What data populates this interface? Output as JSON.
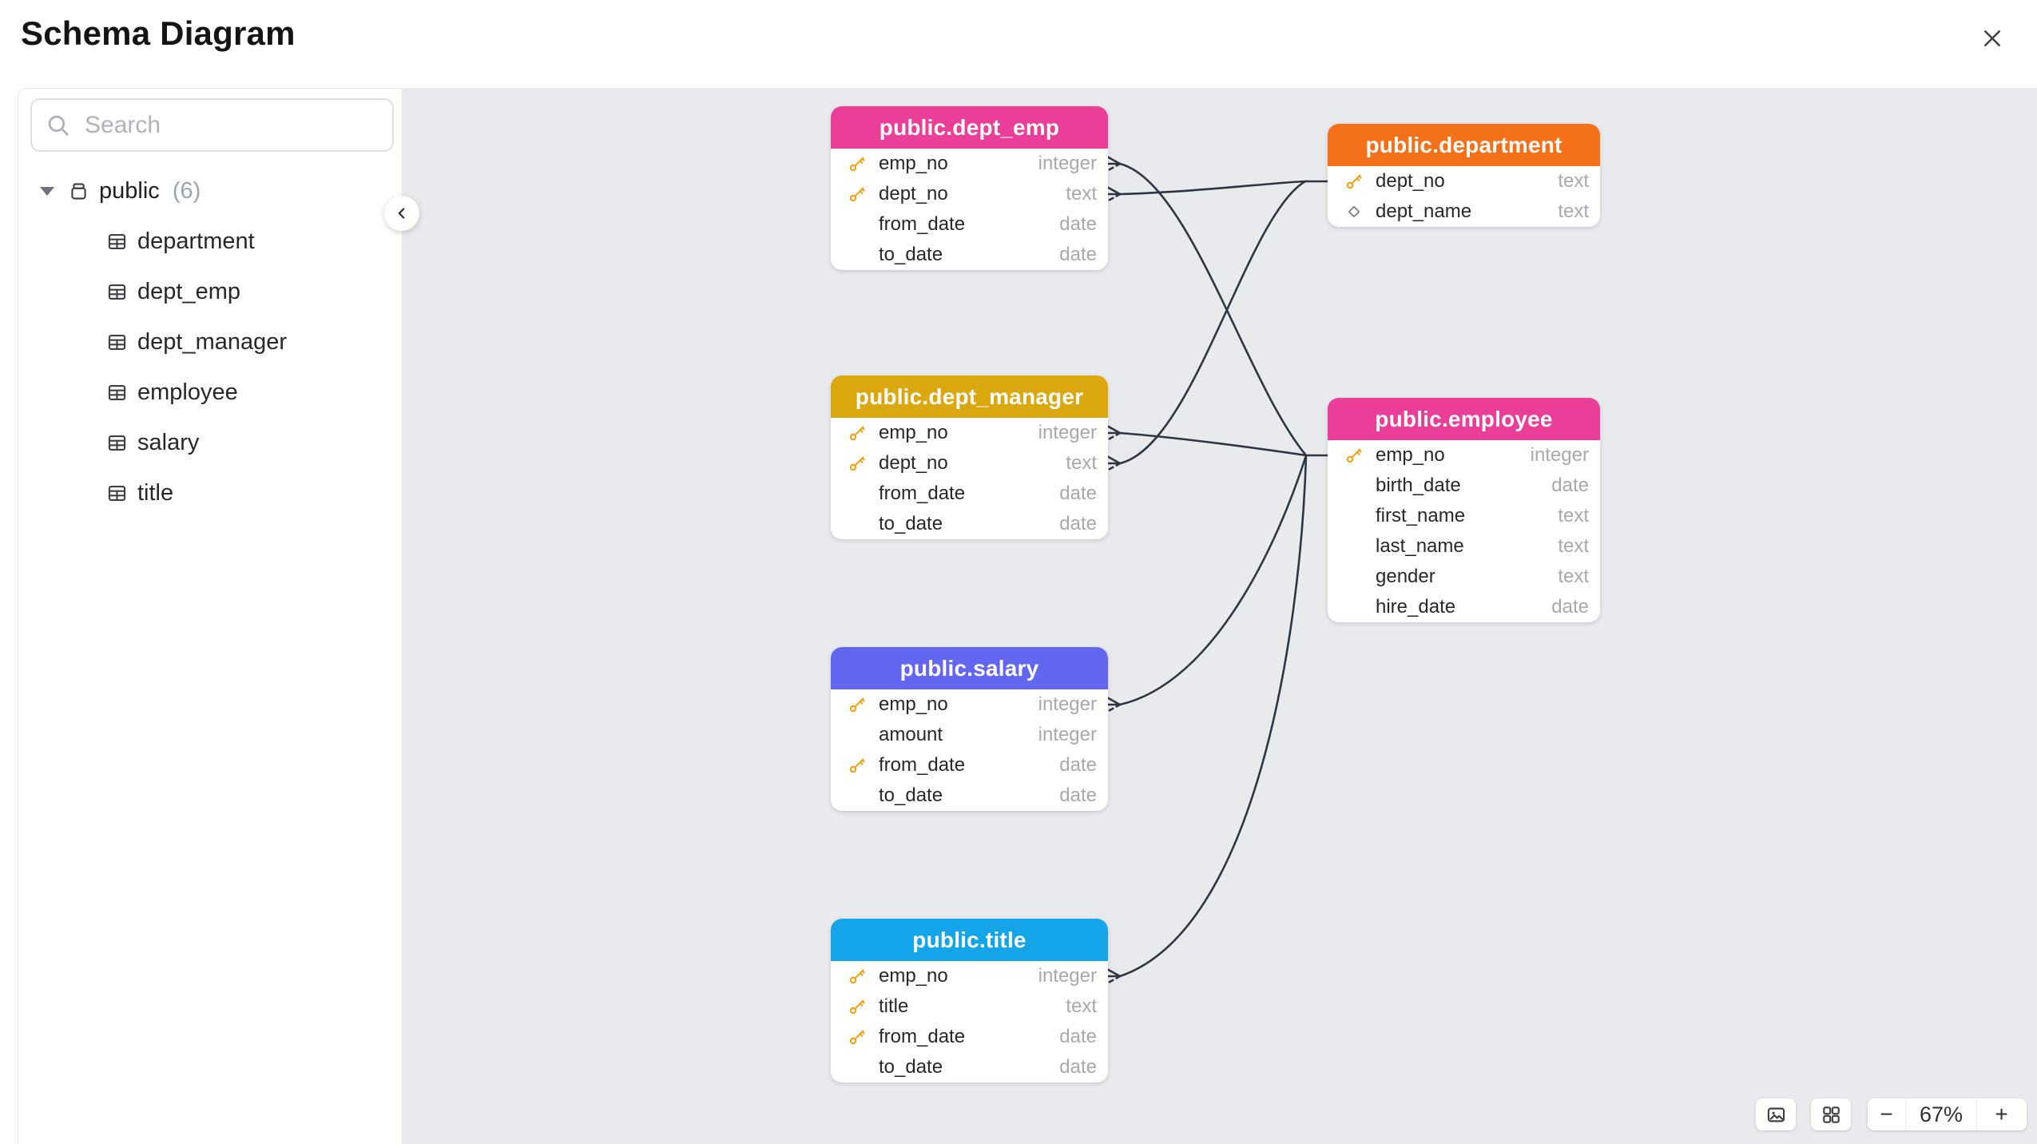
{
  "header": {
    "title": "Schema Diagram"
  },
  "sidebar": {
    "search_placeholder": "Search",
    "schema_name": "public",
    "schema_count": "(6)",
    "tables": [
      "department",
      "dept_emp",
      "dept_manager",
      "employee",
      "salary",
      "title"
    ]
  },
  "diagram": {
    "background": "#e9eaee",
    "edge_color": "#2e3642",
    "tables": [
      {
        "title": "public.dept_emp",
        "color": "#ea3e98",
        "rows": [
          {
            "name": "emp_no",
            "type": "integer",
            "icon": "key"
          },
          {
            "name": "dept_no",
            "type": "text",
            "icon": "key"
          },
          {
            "name": "from_date",
            "type": "date"
          },
          {
            "name": "to_date",
            "type": "date"
          }
        ]
      },
      {
        "title": "public.department",
        "color": "#f4711a",
        "rows": [
          {
            "name": "dept_no",
            "type": "text",
            "icon": "key"
          },
          {
            "name": "dept_name",
            "type": "text",
            "icon": "diamond"
          }
        ]
      },
      {
        "title": "public.dept_manager",
        "color": "#dba70e",
        "rows": [
          {
            "name": "emp_no",
            "type": "integer",
            "icon": "key"
          },
          {
            "name": "dept_no",
            "type": "text",
            "icon": "key"
          },
          {
            "name": "from_date",
            "type": "date"
          },
          {
            "name": "to_date",
            "type": "date"
          }
        ]
      },
      {
        "title": "public.employee",
        "color": "#ea3e98",
        "rows": [
          {
            "name": "emp_no",
            "type": "integer",
            "icon": "key"
          },
          {
            "name": "birth_date",
            "type": "date"
          },
          {
            "name": "first_name",
            "type": "text"
          },
          {
            "name": "last_name",
            "type": "text"
          },
          {
            "name": "gender",
            "type": "text"
          },
          {
            "name": "hire_date",
            "type": "date"
          }
        ]
      },
      {
        "title": "public.salary",
        "color": "#6366f1",
        "rows": [
          {
            "name": "emp_no",
            "type": "integer",
            "icon": "key"
          },
          {
            "name": "amount",
            "type": "integer"
          },
          {
            "name": "from_date",
            "type": "date",
            "icon": "key"
          },
          {
            "name": "to_date",
            "type": "date"
          }
        ]
      },
      {
        "title": "public.title",
        "color": "#14a5e8",
        "rows": [
          {
            "name": "emp_no",
            "type": "integer",
            "icon": "key"
          },
          {
            "name": "title",
            "type": "text",
            "icon": "key"
          },
          {
            "name": "from_date",
            "type": "date",
            "icon": "key"
          },
          {
            "name": "to_date",
            "type": "date"
          }
        ]
      }
    ],
    "relationships": [
      {
        "from": "public.dept_emp.emp_no",
        "to": "public.employee.emp_no"
      },
      {
        "from": "public.dept_emp.dept_no",
        "to": "public.department.dept_no"
      },
      {
        "from": "public.dept_manager.emp_no",
        "to": "public.employee.emp_no"
      },
      {
        "from": "public.dept_manager.dept_no",
        "to": "public.department.dept_no"
      },
      {
        "from": "public.salary.emp_no",
        "to": "public.employee.emp_no"
      },
      {
        "from": "public.title.emp_no",
        "to": "public.employee.emp_no"
      }
    ]
  },
  "controls": {
    "zoom_level": "67%",
    "zoom_out": "−",
    "zoom_in": "+"
  }
}
